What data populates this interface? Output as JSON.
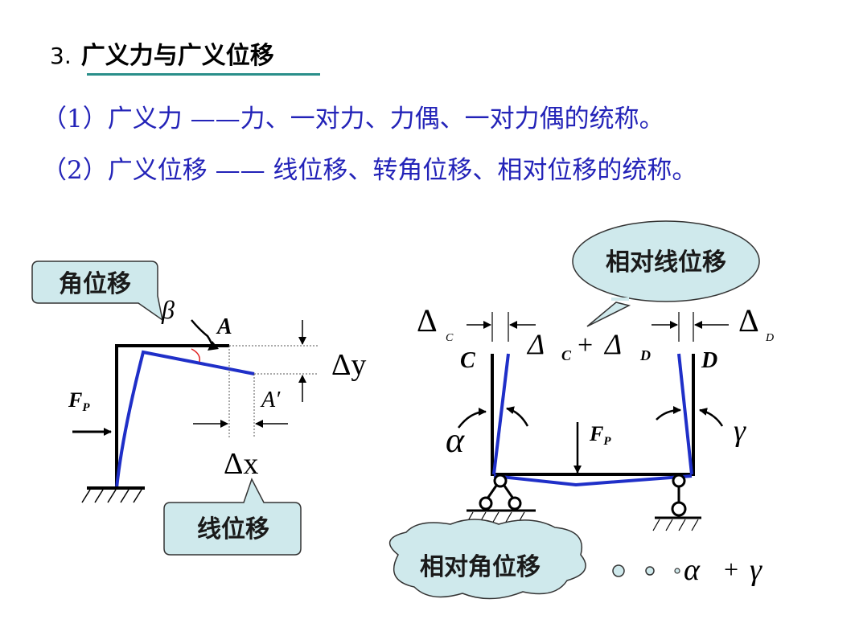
{
  "heading": {
    "number": "3.",
    "title": "广义力与广义位移"
  },
  "items": [
    {
      "text": "（1）广义力 ——力、一对力、力偶、一对力偶的统称。"
    },
    {
      "text": "（2）广义位移 —— 线位移、转角位移、相对位移的统称。"
    }
  ],
  "left_figure": {
    "callout_top": "角位移",
    "callout_bottom": "线位移",
    "labels": {
      "beta": "β",
      "A": "A",
      "A_prime": "A′",
      "dy": "Δy",
      "dx": "Δx",
      "F": "F",
      "F_sub": "P"
    }
  },
  "right_figure": {
    "callout_top": "相对线位移",
    "callout_bottom": "相对角位移",
    "labels": {
      "delta_c": "Δ",
      "delta_c_sub": "C",
      "delta_d": "Δ",
      "delta_d_sub": "D",
      "C": "C",
      "D": "D",
      "sum_delta1": "Δ",
      "sum_sub1": "C",
      "sum_plus": "+",
      "sum_delta2": "Δ",
      "sum_sub2": "D",
      "alpha": "α",
      "gamma": "γ",
      "F": "F",
      "F_sub": "P",
      "sum_alpha": "α",
      "sum_plus2": "+",
      "sum_gamma": "γ"
    }
  },
  "colors": {
    "text_blue": "#2323b8",
    "deformed": "#1f2fc8",
    "bubble_fill": "#cfe9ec",
    "underline": "#2a8f8a"
  }
}
